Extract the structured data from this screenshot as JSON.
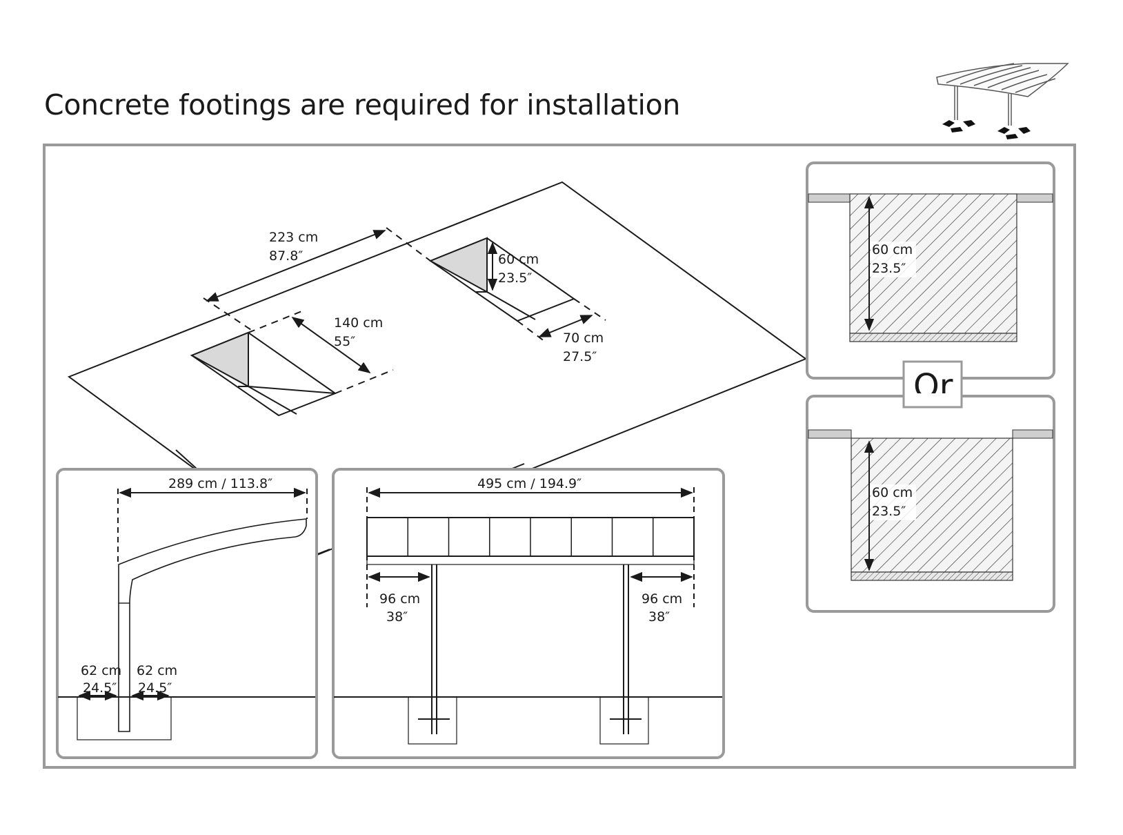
{
  "title": "Concrete footings are required for installation",
  "colors": {
    "frame": "#9a9a9a",
    "line": "#1a1a1a",
    "shade": "#d9d9d9",
    "background": "#ffffff"
  },
  "thumbnail": {
    "icon": "carport-icon"
  },
  "site_plan": {
    "spacing_between_footings": {
      "cm": "223 cm",
      "in": "87.8″"
    },
    "footing_length": {
      "cm": "140 cm",
      "in": "55″"
    },
    "footing_depth": {
      "cm": "60 cm",
      "in": "23.5″"
    },
    "footing_width": {
      "cm": "70 cm",
      "in": "27.5″"
    }
  },
  "side_view": {
    "overall_depth": "289 cm / 113.8″",
    "left_clearance": {
      "cm": "62 cm",
      "in": "24.5″"
    },
    "right_clearance": {
      "cm": "62 cm",
      "in": "24.5″"
    }
  },
  "front_view": {
    "overall_width": "495 cm / 194.9″",
    "left_overhang": {
      "cm": "96 cm",
      "in": "38″"
    },
    "right_overhang": {
      "cm": "96 cm",
      "in": "38″"
    },
    "roof_panel_count": 8
  },
  "footing_options": {
    "separator": "Or",
    "option_a": {
      "depth_cm": "60 cm",
      "depth_in": "23.5″"
    },
    "option_b": {
      "depth_cm": "60 cm",
      "depth_in": "23.5″"
    }
  }
}
